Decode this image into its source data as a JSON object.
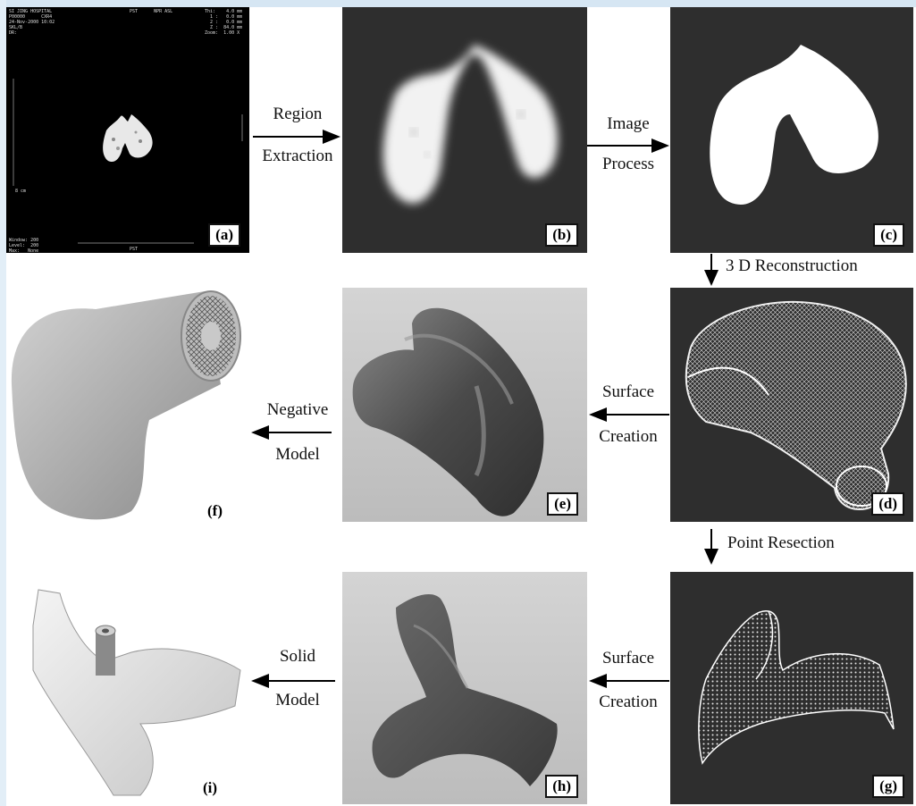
{
  "panels": {
    "a": {
      "label": "(a)"
    },
    "b": {
      "label": "(b)"
    },
    "c": {
      "label": "(c)"
    },
    "d": {
      "label": "(d)"
    },
    "e": {
      "label": "(e)"
    },
    "f": {
      "label": "(f)"
    },
    "g": {
      "label": "(g)"
    },
    "h": {
      "label": "(h)"
    },
    "i": {
      "label": "(i)"
    }
  },
  "ct_overlay": {
    "top_left": "SI JING HOSPITAL\nP00000      CXR4\n24-Nov-2000 10:02\nSKL/B\nDR:",
    "top_center": "PST      NPR ASL",
    "top_right": "Thi:    4.0 mm\n  1 :   0.0 mm\n  2 :   0.0 mm\n  Z :  84.0 mm\nZoom:  1.00 X",
    "scale": "8 cm",
    "bottom_left": "Window: 200\nLevel:  200\nMax:   None",
    "bottom_center": "PST"
  },
  "arrows": {
    "a_to_b": {
      "line1": "Region",
      "line2": "Extraction"
    },
    "b_to_c": {
      "line1": "Image",
      "line2": "Process"
    },
    "c_to_d": {
      "text": "3 D Reconstruction"
    },
    "d_to_e": {
      "line1": "Surface",
      "line2": "Creation"
    },
    "e_to_f": {
      "line1": "Negative",
      "line2": "Model"
    },
    "d_to_g": {
      "text": "Point Resection"
    },
    "g_to_h": {
      "line1": "Surface",
      "line2": "Creation"
    },
    "h_to_i": {
      "line1": "Solid",
      "line2": "Model"
    }
  },
  "colors": {
    "dark_panel": "#2e2e2e",
    "ct_panel": "#000000",
    "render_bg": "#c6c6c6",
    "accent_bar": "#d6e6f3"
  }
}
